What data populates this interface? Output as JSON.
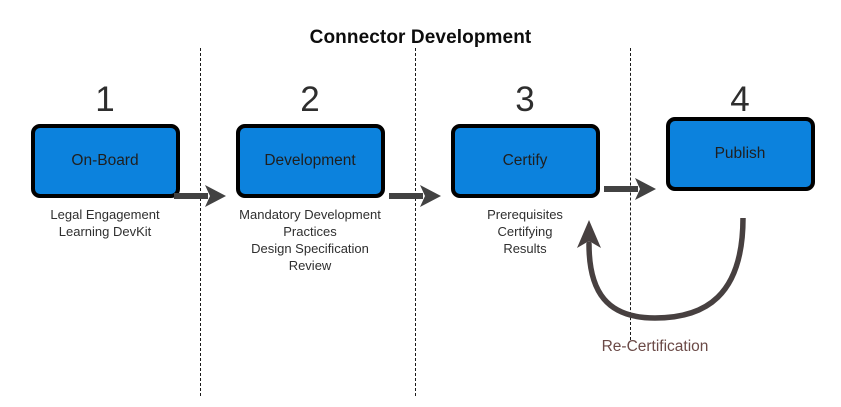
{
  "title": "Connector Development",
  "colors": {
    "box_fill": "#0c82dd",
    "box_border": "#000000",
    "arrow": "#424242",
    "divider": "#1a1a1a",
    "number": "#2e2e2e",
    "caption": "#2f2f2f",
    "recert_label": "#6b4a47",
    "background": "#ffffff"
  },
  "stages": [
    {
      "number": "1",
      "label": "On-Board",
      "caption_lines": [
        "Legal Engagement",
        "Learning DevKit"
      ]
    },
    {
      "number": "2",
      "label": "Development",
      "caption_lines": [
        "Mandatory Development",
        "Practices",
        "Design Specification",
        "Review"
      ]
    },
    {
      "number": "3",
      "label": "Certify",
      "caption_lines": [
        "Prerequisites",
        "Certifying",
        "Results"
      ]
    },
    {
      "number": "4",
      "label": "Publish",
      "caption_lines": []
    }
  ],
  "connectors": [
    {
      "name": "arrow-1-to-2",
      "from": "On-Board",
      "to": "Development"
    },
    {
      "name": "arrow-2-to-3",
      "from": "Development",
      "to": "Certify"
    },
    {
      "name": "arrow-3-to-4",
      "from": "Certify",
      "to": "Publish"
    }
  ],
  "feedback_loop": {
    "label": "Re-Certification",
    "from": "Publish",
    "to": "Certify"
  }
}
